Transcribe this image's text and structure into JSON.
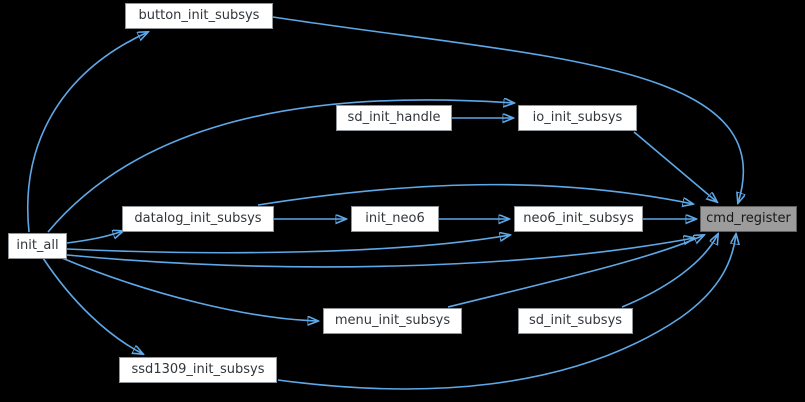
{
  "diagram": {
    "type": "call-graph",
    "colors": {
      "background": "#000000",
      "edge": "#5ea8e8",
      "arrowhead": "#63b1f0",
      "node_fill": "#ffffff",
      "node_border": "#8f9499",
      "node_text": "#31363b",
      "focus_fill": "#9c9c9c",
      "focus_border": "#606060",
      "focus_text": "#16181a"
    }
  },
  "nodes": {
    "init_all": {
      "label": "init_all"
    },
    "button_init_subsys": {
      "label": "button_init_subsys"
    },
    "sd_init_handle": {
      "label": "sd_init_handle"
    },
    "io_init_subsys": {
      "label": "io_init_subsys"
    },
    "datalog_init_subsys": {
      "label": "datalog_init_subsys"
    },
    "init_neo6": {
      "label": "init_neo6"
    },
    "neo6_init_subsys": {
      "label": "neo6_init_subsys"
    },
    "menu_init_subsys": {
      "label": "menu_init_subsys"
    },
    "sd_init_subsys": {
      "label": "sd_init_subsys"
    },
    "ssd1309_init_subsys": {
      "label": "ssd1309_init_subsys"
    },
    "cmd_register": {
      "label": "cmd_register",
      "highlighted": true
    }
  },
  "edges": [
    {
      "from": "init_all",
      "to": "button_init_subsys"
    },
    {
      "from": "init_all",
      "to": "io_init_subsys"
    },
    {
      "from": "init_all",
      "to": "datalog_init_subsys"
    },
    {
      "from": "init_all",
      "to": "neo6_init_subsys"
    },
    {
      "from": "init_all",
      "to": "cmd_register"
    },
    {
      "from": "init_all",
      "to": "menu_init_subsys"
    },
    {
      "from": "init_all",
      "to": "ssd1309_init_subsys"
    },
    {
      "from": "button_init_subsys",
      "to": "cmd_register"
    },
    {
      "from": "sd_init_handle",
      "to": "io_init_subsys"
    },
    {
      "from": "io_init_subsys",
      "to": "cmd_register"
    },
    {
      "from": "datalog_init_subsys",
      "to": "init_neo6"
    },
    {
      "from": "datalog_init_subsys",
      "to": "cmd_register"
    },
    {
      "from": "init_neo6",
      "to": "neo6_init_subsys"
    },
    {
      "from": "neo6_init_subsys",
      "to": "cmd_register"
    },
    {
      "from": "menu_init_subsys",
      "to": "cmd_register"
    },
    {
      "from": "sd_init_subsys",
      "to": "cmd_register"
    },
    {
      "from": "ssd1309_init_subsys",
      "to": "cmd_register"
    }
  ]
}
